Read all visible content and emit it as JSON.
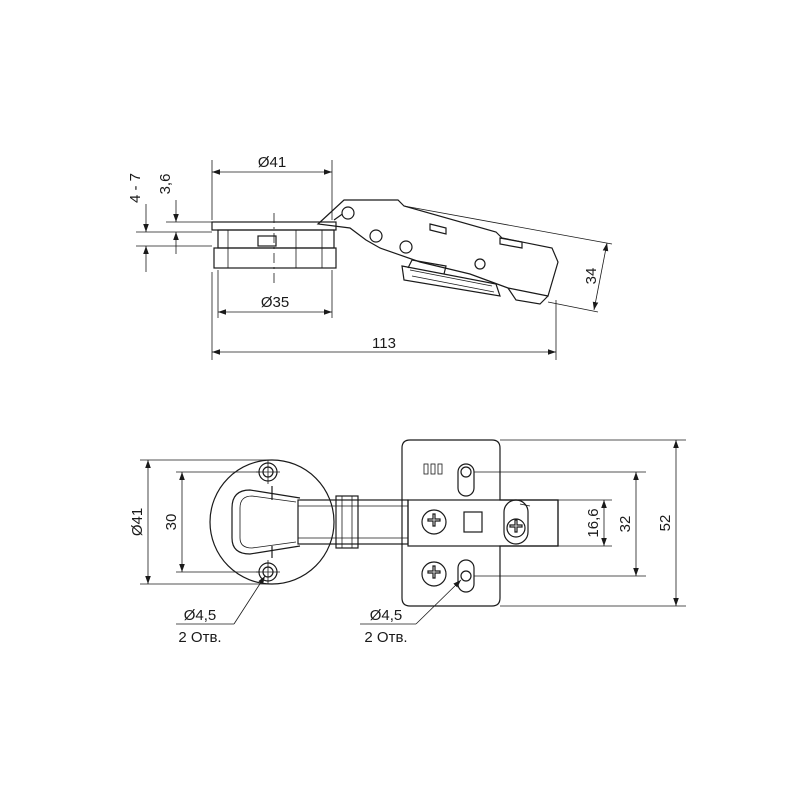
{
  "side_view": {
    "dim_cup_top": "Ø41",
    "dim_cup_bottom": "Ø35",
    "dim_total_length": "113",
    "dim_height": "34",
    "dim_depth_range": "4 - 7",
    "dim_flange": "3,6"
  },
  "top_view": {
    "dim_cup_diameter": "Ø41",
    "dim_cup_holes": "30",
    "dim_plate_small": "16,6",
    "dim_plate_mid": "32",
    "dim_plate_height": "52",
    "cup_hole_label": "Ø4,5",
    "cup_hole_count": "2 Отв.",
    "plate_hole_label": "Ø4,5",
    "plate_hole_count": "2 Отв."
  },
  "colors": {
    "line": "#1a1a1a",
    "background": "#ffffff"
  }
}
